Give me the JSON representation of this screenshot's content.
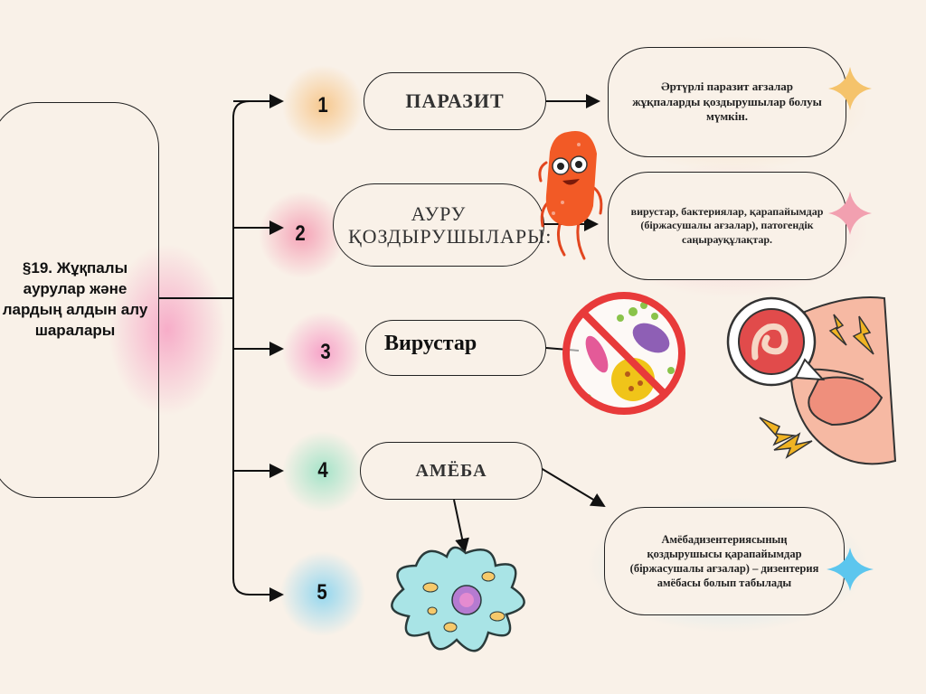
{
  "main_title": "§19. Жұқпалы аурулар және лардың алдын алу шаралары",
  "nodes": [
    {
      "number": "1",
      "label": "ПАРАЗИТ"
    },
    {
      "number": "2",
      "label": "АУРУ ҚОЗДЫРУШЫЛАРЫ:"
    },
    {
      "number": "3",
      "label": "Вирустар"
    },
    {
      "number": "4",
      "label": "АМЁБА"
    },
    {
      "number": "5",
      "label": ""
    }
  ],
  "info_boxes": [
    {
      "text": "Әртүрлі паразит ағзалар жұқпаларды қоздырушылар болуы мүмкін."
    },
    {
      "text": "вирустар, бактериялар, қарапайымдар (біржасушалы ағзалар), патогендік саңырауқұлақтар."
    },
    {
      "text": "Амёбадизентериясының қоздырушысы қарапайымдар (біржасушалы ағзалар) – дизентерия амёбасы болып табылады"
    }
  ],
  "colors": {
    "background": "#f9f1e8",
    "glow_1": "#f6c98a",
    "glow_2": "#f4a3b8",
    "glow_3": "#f6a0c6",
    "glow_4": "#a8e6cc",
    "glow_5": "#9ad9f0",
    "sparkle_orange": "#f5c36b",
    "sparkle_pink": "#f2a0b0",
    "sparkle_blue": "#5cc6ee"
  },
  "icons": [
    "bacteria-mascot-icon",
    "no-germs-icon",
    "stomach-parasite-icon",
    "amoeba-icon",
    "sparkle-icon"
  ]
}
